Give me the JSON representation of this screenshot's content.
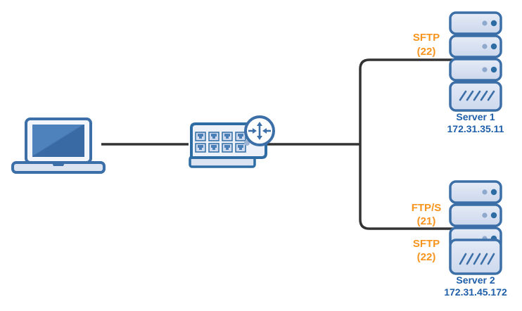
{
  "diagram": {
    "title": "Network topology: laptop to switch to two SFTP/FTPS servers",
    "colors": {
      "accent_orange": "#F7941E",
      "label_blue": "#1F5FA9",
      "device_outline": "#2E6DA4",
      "device_fill_light": "#DCE4F2",
      "device_fill_mid": "#C3D0E8",
      "screen_blue": "#3C6FA8",
      "screen_blue_light": "#4A7FB8",
      "link_line": "#333333",
      "port_blue": "#4A7FB8"
    }
  },
  "nodes": {
    "laptop": {
      "name": "laptop",
      "label": ""
    },
    "switch": {
      "name": "network-switch",
      "port_count": 8,
      "led_count": 2,
      "badge_icon": "network-transfer-icon"
    },
    "servers": [
      {
        "id": "server-1",
        "name": "Server 1",
        "ip": "172.31.35.11",
        "bay_count": 3,
        "slash_count": 5,
        "protocols": [
          {
            "name": "SFTP",
            "port": "(22)",
            "position": "above"
          }
        ]
      },
      {
        "id": "server-2",
        "name": "Server 2",
        "ip": "172.31.45.172",
        "bay_count": 3,
        "slash_count": 5,
        "protocols": [
          {
            "name": "FTP/S",
            "port": "(21)",
            "position": "above"
          },
          {
            "name": "SFTP",
            "port": "(22)",
            "position": "below"
          }
        ]
      }
    ]
  },
  "links": [
    {
      "id": "link-laptop-switch",
      "from": "laptop",
      "to": "switch"
    },
    {
      "id": "link-switch-server1",
      "from": "switch",
      "to": "server-1"
    },
    {
      "id": "link-switch-server2",
      "from": "switch",
      "to": "server-2"
    }
  ]
}
